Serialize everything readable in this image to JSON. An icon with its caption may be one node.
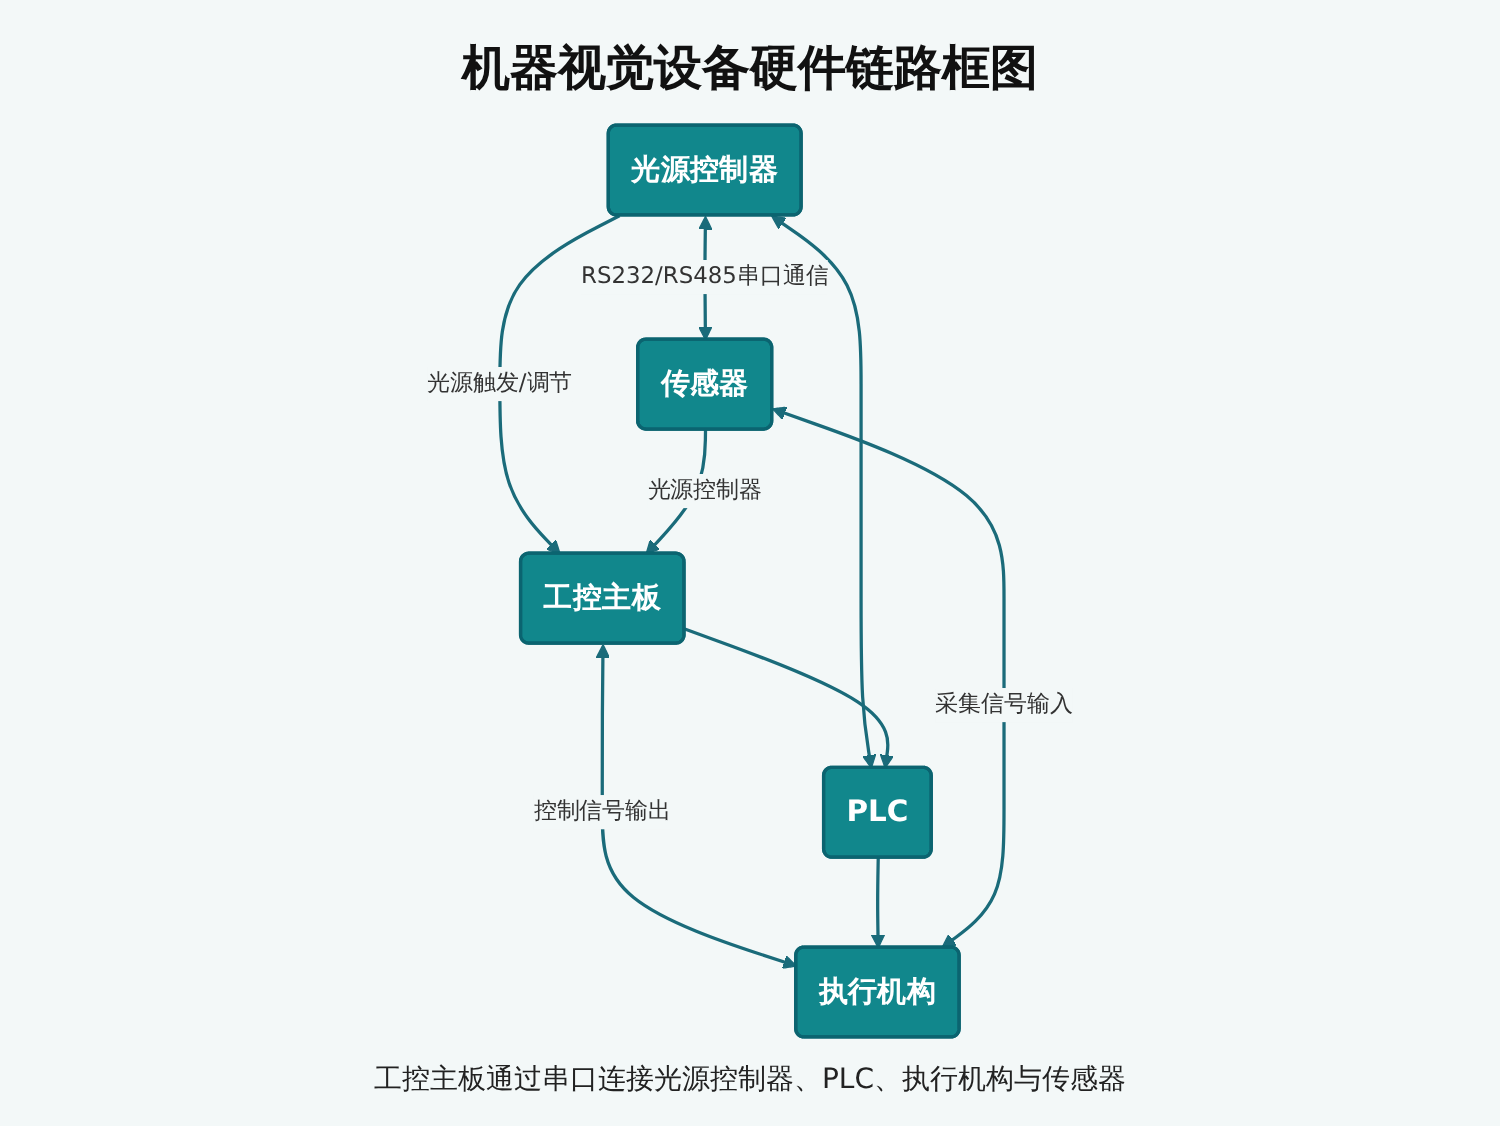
{
  "diagram": {
    "title": "机器视觉设备硬件链路框图",
    "caption": "工控主板通过串口连接光源控制器、PLC、执行机构与传感器",
    "nodes": [
      {
        "text": [
          "光源控制器"
        ]
      },
      {
        "text": [
          "传感器"
        ]
      },
      {
        "text": [
          "工控主板"
        ]
      },
      {
        "text": [
          "PLC"
        ]
      },
      {
        "text": [
          "执行机构"
        ]
      }
    ],
    "edges": [
      {
        "from": 0,
        "to": 1,
        "arrow": "both",
        "label": "RS232/RS485串口通信"
      },
      {
        "from": 0,
        "to": 2,
        "arrow": "to",
        "label": "光源触发/调节"
      },
      {
        "from": 0,
        "to": 3,
        "arrow": "both"
      },
      {
        "from": 1,
        "to": 2,
        "arrow": "to",
        "label": "光源控制器"
      },
      {
        "from": 2,
        "to": 3,
        "arrow": "to"
      },
      {
        "from": 2,
        "to": 4,
        "arrow": "both",
        "label": "控制信号输出"
      },
      {
        "from": 4,
        "to": 1,
        "arrow": "both",
        "label": "采集信号输入"
      },
      {
        "from": 3,
        "to": 4,
        "arrow": "to"
      }
    ]
  }
}
